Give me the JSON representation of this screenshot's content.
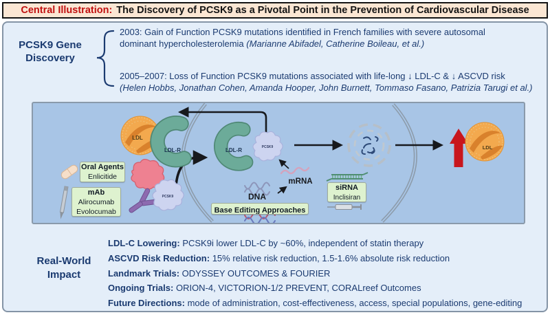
{
  "title": {
    "label": "Central Illustration:",
    "text": "The Discovery of PCSK9 as a Pivotal Point in the Prevention of Cardiovascular Disease"
  },
  "colors": {
    "title_bg": "#fbe6d3",
    "title_red": "#c01010",
    "panel_bg": "#e4eef9",
    "navy_text": "#1a3a70",
    "diagram_bg": "#a8c5e6",
    "green_box": "#def2cf",
    "red_arrow": "#c8161d",
    "ldl_orange": "#f3a94e",
    "ldlr_teal": "#6cab99",
    "pcsk9_lavender": "#cdd4f0",
    "antibody_purple": "#8d6bb0",
    "peptide_pink": "#ee8191"
  },
  "gene_discovery": {
    "heading1": "PCSK9 Gene",
    "heading2": "Discovery",
    "item1": {
      "line1": "2003: Gain of Function PCSK9 mutations identified in French families with severe autosomal",
      "line2": "dominant hypercholesterolemia ",
      "line2_italic": "(Marianne Abifadel, Catherine Boileau, et al.)"
    },
    "item2": {
      "line1": "2005–2007: Loss of Function PCSK9 mutations associated with life-long ↓ LDL-C & ↓ ASCVD risk",
      "line2_italic": "(Helen Hobbs, Jonathan Cohen, Amanda Hooper, John Burnett, Tommaso Fasano, Patrizia Tarugi et al.)"
    }
  },
  "diagram": {
    "ldl_left": "LDL",
    "ldlr_outer": "LDL-R",
    "ldlr_inner": "LDL-R",
    "pcsk9_outer": "PCSK9",
    "pcsk9_inner": "PCSK9",
    "mrna": "mRNA",
    "dna": "DNA",
    "ldl_right": "LDL",
    "oral_agents": {
      "title": "Oral Agents",
      "drug": "Enlicitide"
    },
    "mab": {
      "title": "mAb",
      "drug1": "Alirocumab",
      "drug2": "Evolocumab"
    },
    "base_editing": "Base Editing Approaches",
    "sirna": {
      "title": "siRNA",
      "drug": "Inclisiran"
    }
  },
  "impact": {
    "heading1": "Real-World",
    "heading2": "Impact",
    "items": [
      {
        "label": "LDL-C Lowering:",
        "text": " PCSK9i lower LDL-C by ~60%, independent of statin therapy"
      },
      {
        "label": "ASCVD Risk Reduction:",
        "text": " 15% relative risk reduction, 1.5-1.6% absolute risk reduction"
      },
      {
        "label": "Landmark Trials:",
        "text": " ODYSSEY OUTCOMES & FOURIER"
      },
      {
        "label": "Ongoing Trials:",
        "text": " ORION-4, VICTORION-1/2 PREVENT, CORALreef Outcomes"
      },
      {
        "label": "Future Directions:",
        "text": " mode of administration, cost-effectiveness, access, special populations, gene-editing"
      }
    ]
  }
}
